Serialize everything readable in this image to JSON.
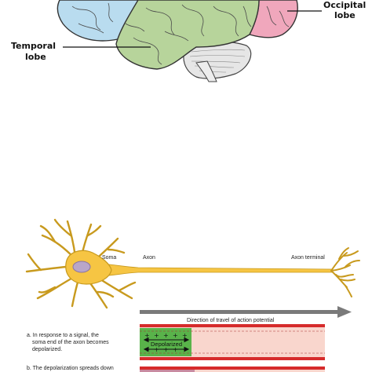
{
  "brain": {
    "labels": {
      "occipital_line1": "Occipital",
      "occipital_line2": "lobe",
      "temporal_line1": "Temporal",
      "temporal_line2": "lobe"
    },
    "colors": {
      "frontal": "#b9dcef",
      "temporal": "#b7d49b",
      "occipital": "#f0a7bc",
      "cerebellum": "#e6e6e6"
    }
  },
  "neuron": {
    "labels": {
      "soma": "Soma",
      "axon": "Axon",
      "axon_terminal": "Axon terminal"
    },
    "colors": {
      "body": "#f6c543",
      "nucleus": "#b9a6c9"
    }
  },
  "propagation": {
    "direction_label": "Direction of travel of action potential",
    "steps": [
      {
        "line1": "a. In response to a signal, the",
        "line2": "soma end of the axon becomes",
        "line3": "depolarized."
      },
      {
        "line1": "b. The depolarization spreads down"
      }
    ],
    "zone_label": "Depolarized",
    "colors": {
      "membrane": "#d62b2b",
      "depolarized": "#59b34a",
      "resting": "#f9d6cd",
      "arrow": "#7a7a7a"
    }
  }
}
